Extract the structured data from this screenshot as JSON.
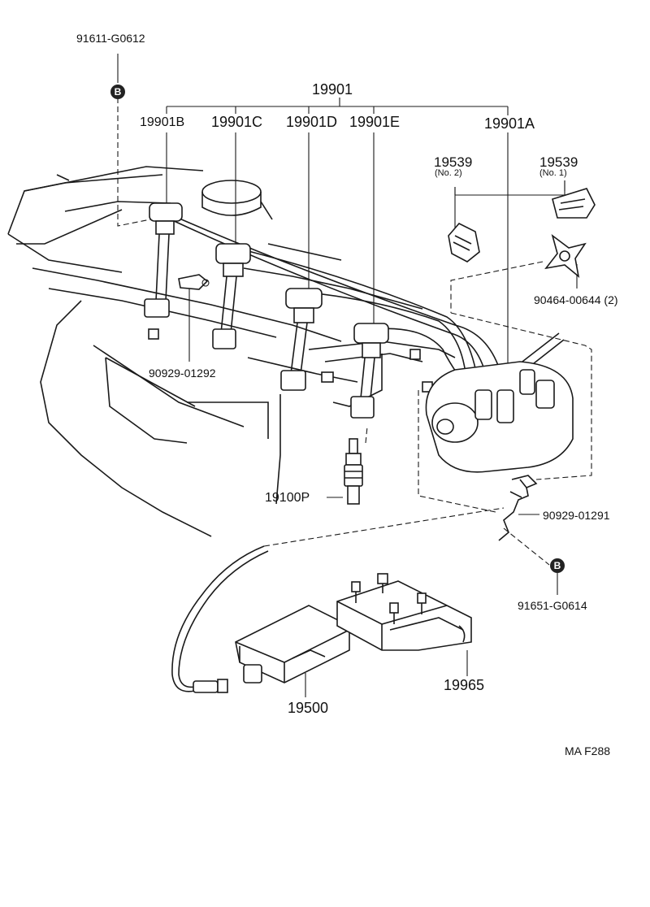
{
  "labels": {
    "bolt_b_top": "91611-G0612",
    "cord_set": "19901",
    "cord_b": "19901B",
    "cord_c": "19901C",
    "cord_d": "19901D",
    "cord_e": "19901E",
    "cord_a": "19901A",
    "holder_no2": "19539",
    "holder_no2_note": "(No. 2)",
    "holder_no1": "19539",
    "holder_no1_note": "(No. 1)",
    "clamp_90464": "90464-00644 (2)",
    "clamp_left": "90929-01292",
    "spark_plug": "19100P",
    "clamp_right": "90929-01291",
    "bolt_b_bottom": "91651-G0614",
    "bracket": "19965",
    "igniter": "19500",
    "figure_code": "MA  F288"
  },
  "marks": {
    "ref_b_top": "B",
    "ref_b_bottom": "B"
  },
  "colors": {
    "line": "#1a1a1a",
    "background": "#ffffff"
  }
}
